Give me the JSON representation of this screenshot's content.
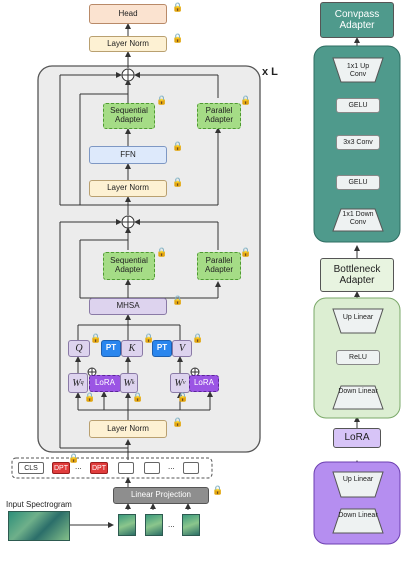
{
  "left": {
    "head": "Head",
    "layer_norm_top": "Layer Norm",
    "repeat_label": "x L",
    "sequential_adapter_1": "Sequential Adapter",
    "parallel_adapter_1": "Parallel Adapter",
    "ffn": "FFN",
    "layer_norm_mid": "Layer Norm",
    "sequential_adapter_2": "Sequential Adapter",
    "parallel_adapter_2": "Parallel Adapter",
    "mhsa": "MHSA",
    "q": "Q",
    "pt1": "PT",
    "k": "K",
    "pt2": "PT",
    "v": "V",
    "wq": "W",
    "wq_sub": "q",
    "lora1": "LoRA",
    "wk": "W",
    "wk_sub": "k",
    "wv": "W",
    "wv_sub": "v",
    "lora2": "LoRA",
    "layer_norm_bottom": "Layer Norm",
    "tokens": {
      "cls": "CLS",
      "dpt1": "DPT",
      "dots1": "...",
      "dpt2": "DPT",
      "dots2": "..."
    },
    "linear_projection": "Linear Projection",
    "input_spectrogram": "Input Spectrogram",
    "patch_dots": "..."
  },
  "right": {
    "convpass_title": "Convpass Adapter",
    "convpass_blocks": [
      "1x1 Up Conv",
      "GELU",
      "3x3 Conv",
      "GELU",
      "1x1 Down Conv"
    ],
    "bottleneck_title": "Bottleneck Adapter",
    "bottleneck_blocks": [
      "Up Linear",
      "ReLU",
      "Down Linear"
    ],
    "lora_title": "LoRA",
    "lora_blocks": [
      "Up Linear",
      "Down Linear"
    ]
  },
  "colors": {
    "convpass": "#4f9a8c",
    "bottleneck": "#dceed2",
    "lora": "#b58ef0",
    "adapter_green": "#a5dc86",
    "pt_blue": "#2a86ee",
    "lora_purple": "#9b55e4"
  },
  "icons": [
    "lock-icon",
    "add-circle-icon",
    "arrow-icon"
  ]
}
